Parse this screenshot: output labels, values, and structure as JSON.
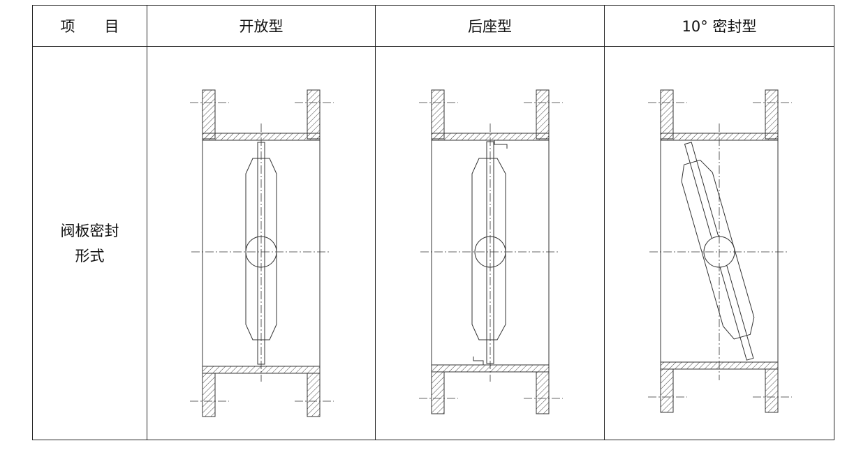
{
  "table": {
    "header": {
      "item": "项　　目",
      "col1": "开放型",
      "col2": "后座型",
      "col3": "10°  密封型"
    },
    "row": {
      "label_line1": "阀板密封",
      "label_line2": "形式"
    }
  }
}
